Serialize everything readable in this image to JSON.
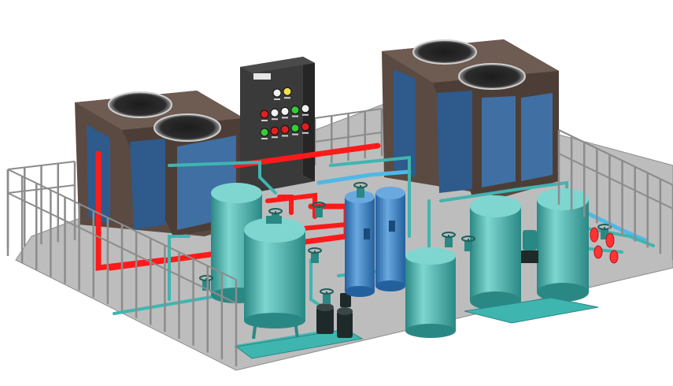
{
  "colors": {
    "background": "#ffffff",
    "floor": "#bdbdbd",
    "floor_edge": "#8a8a8a",
    "railing": "#8c8c8c",
    "railing_dark": "#5a5a5a",
    "unit_body": "#5a4a42",
    "unit_body_dark": "#3e322c",
    "unit_panel": "#2e5a8c",
    "unit_panel_light": "#3f6fa3",
    "fan_ring": "#cfcfcf",
    "fan_hub": "#1c1c1c",
    "cabinet": "#3a3a3a",
    "cabinet_side": "#262626",
    "pipe_hot": "#ff1a1a",
    "pipe_cold": "#4fb8e6",
    "vessel": "#3fb5b0",
    "vessel_light": "#7fd6d0",
    "vessel_dark": "#2a8884",
    "filter": "#3a7ec4",
    "filter_light": "#6aa8e0",
    "pump": "#1e2a2a",
    "lamp_white": "#f2f2f2",
    "lamp_yellow": "#f4e04d",
    "lamp_red": "#e02020",
    "lamp_green": "#38c838"
  },
  "icons": {
    "fan": "fan-icon",
    "valve": "valve-handwheel-icon",
    "pump": "pump-icon",
    "indicator_lamp": "indicator-lamp-icon"
  },
  "control_cabinet": {
    "lamp_rows": [
      [
        "white",
        "yellow"
      ],
      [
        "red",
        "white",
        "white",
        "green",
        "white"
      ],
      [
        "green",
        "red",
        "red",
        "green",
        "red"
      ]
    ]
  }
}
